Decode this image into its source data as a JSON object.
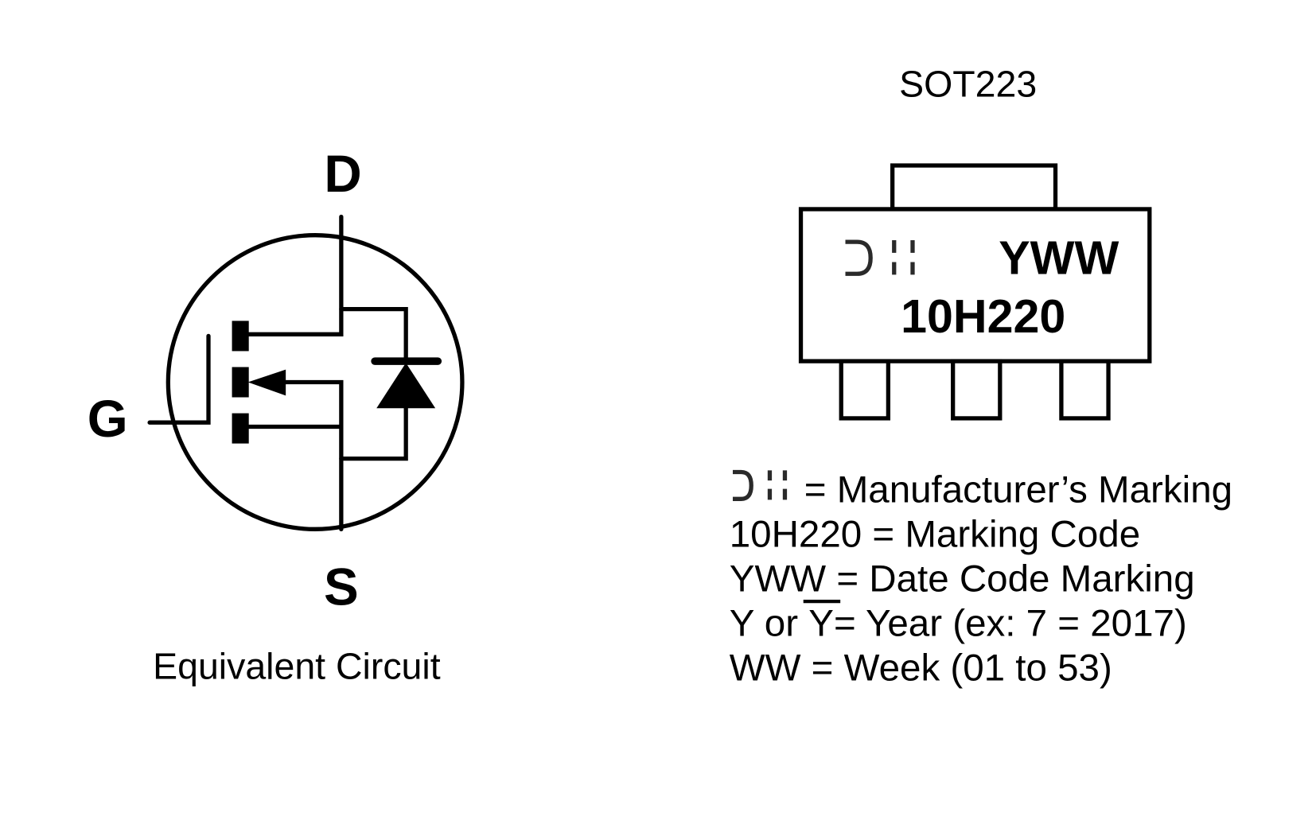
{
  "circuit": {
    "caption": "Equivalent Circuit",
    "pin_drain": "D",
    "pin_gate": "G",
    "pin_source": "S"
  },
  "package": {
    "title": "SOT223",
    "manufacturer_logo": "DII",
    "date_code": "YWW",
    "marking_code": "10H220"
  },
  "legend": {
    "manufacturer": "= Manufacturer’s Marking",
    "marking_code": "10H220 = Marking Code",
    "date_code": "YWW = Date Code Marking",
    "year_prefix": "Y or ",
    "year_overline": "Y",
    "year_rest": "= Year (ex: 7 = 2017)",
    "week": "WW = Week (01 to 53)"
  }
}
